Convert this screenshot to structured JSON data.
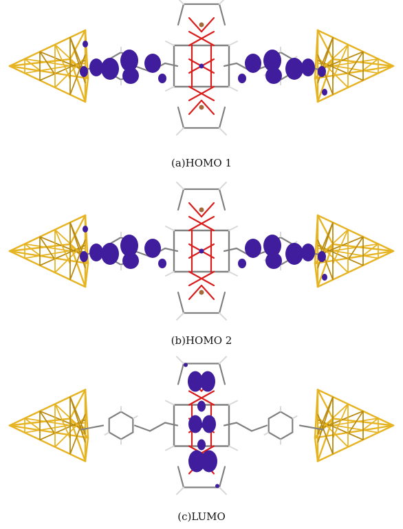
{
  "colors": {
    "gold": "#e6b422",
    "gold_dark": "#b88a10",
    "orbital": "#3f1d9c",
    "bond_gray": "#808080",
    "oxygen_red": "#d91d1d",
    "metal_brown": "#a26b3c",
    "hydrogen": "#d8d8d8"
  },
  "panels": [
    {
      "id": "homo1",
      "caption": "(a)HOMO 1",
      "orbital_on": "ligands"
    },
    {
      "id": "homo2",
      "caption": "(b)HOMO 2",
      "orbital_on": "ligands"
    },
    {
      "id": "lumo",
      "caption": "(c)LUMO",
      "orbital_on": "core"
    }
  ]
}
